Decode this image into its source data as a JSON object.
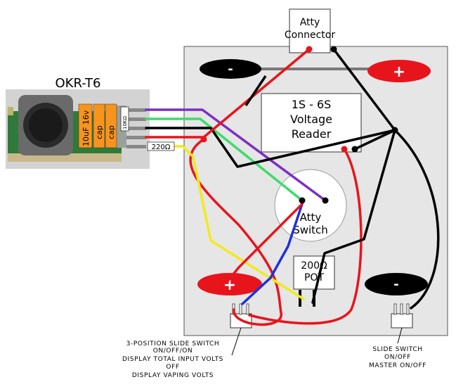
{
  "title": "OKR-T6",
  "atty_connector": [
    "Atty",
    "Connector"
  ],
  "voltage_reader": [
    "1S - 6S",
    "Voltage",
    "Reader"
  ],
  "atty_switch": [
    "Atty",
    "Switch"
  ],
  "pot": [
    "200Ω",
    "POT"
  ],
  "cap_labels": [
    "10uF 16v",
    "cap",
    "cap"
  ],
  "resistor_labels": [
    "10KΩ",
    "220Ω"
  ],
  "polarity": {
    "minus": "-",
    "plus": "+"
  },
  "slide_switch_3pos": [
    "3-POSITION SLIDE SWITCH",
    "ON/OFF/ON",
    "DISPLAY TOTAL INPUT VOLTS",
    "OFF",
    "DISPLAY VAPING VOLTS"
  ],
  "slide_switch_master": [
    "SLIDE SWITCH",
    "ON/OFF",
    "MASTER ON/OFF"
  ],
  "colors": {
    "wire_red": "#e8141c",
    "wire_black": "#000000",
    "wire_purple": "#7b2fc4",
    "wire_green": "#3ddc6b",
    "wire_yellow": "#f2ea1d",
    "wire_blue": "#1f2fd9",
    "wire_gray": "#7a7a7a",
    "panel_gray": "#e6e6e6",
    "cap_orange": "#f7941d"
  }
}
